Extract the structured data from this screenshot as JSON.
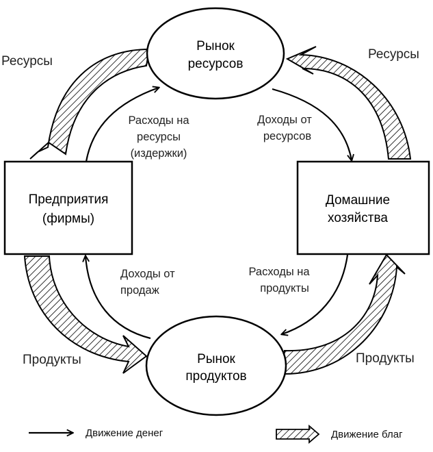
{
  "nodes": {
    "resource_market": {
      "line1": "Рынок",
      "line2": "ресурсов"
    },
    "product_market": {
      "line1": "Рынок",
      "line2": "продуктов"
    },
    "firms": {
      "line1": "Предприятия",
      "line2": "(фирмы)"
    },
    "households": {
      "line1": "Домашние",
      "line2": "хозяйства"
    }
  },
  "flows": {
    "resources_left": "Ресурсы",
    "resources_right": "Ресурсы",
    "products_left": "Продукты",
    "products_right": "Продукты",
    "resource_costs": {
      "line1": "Расходы на",
      "line2": "ресурсы",
      "line3": "(издержки)"
    },
    "resource_income": {
      "line1": "Доходы от",
      "line2": "ресурсов"
    },
    "sales_income": {
      "line1": "Доходы от",
      "line2": "продаж"
    },
    "product_spending": {
      "line1": "Расходы на",
      "line2": "продукты"
    }
  },
  "legend": {
    "money": "Движение денег",
    "goods": "Движение благ"
  }
}
